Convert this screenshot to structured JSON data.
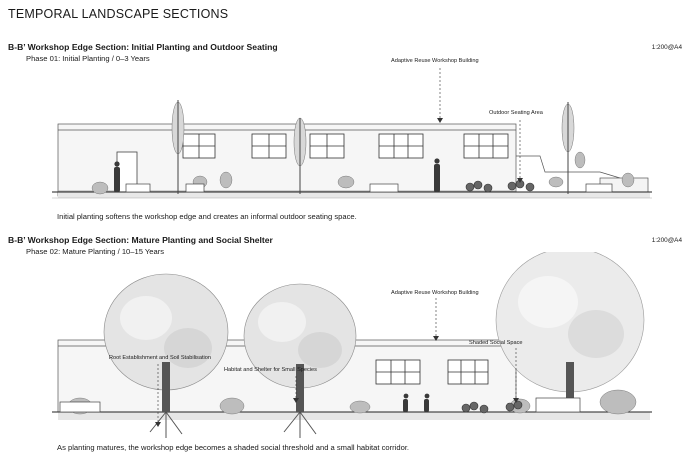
{
  "page_title": "TEMPORAL LANDSCAPE SECTIONS",
  "section1": {
    "title": "B-B’ Workshop Edge Section: Initial Planting and Outdoor Seating",
    "subtitle": "Phase 01: Initial Planting / 0–3 Years",
    "scale": "1:200@A4",
    "annotations": {
      "building": "Adaptive Reuse Workshop Building",
      "seating": "Outdoor Seating Area"
    },
    "caption": "Initial planting softens the workshop edge and creates an informal outdoor seating space."
  },
  "section2": {
    "title": "B-B’ Workshop Edge Section: Mature Planting and Social Shelter",
    "subtitle": "Phase 02: Mature Planting / 10–15 Years",
    "scale": "1:200@A4",
    "annotations": {
      "building": "Adaptive Reuse Workshop Building",
      "shaded": "Shaded Social Space",
      "roots": "Root Establishment and Soil Stabilisation",
      "habitat": "Habitat and Shelter for Small Species"
    },
    "caption": "As planting matures, the workshop edge becomes a shaded social threshold and a small habitat corridor."
  }
}
